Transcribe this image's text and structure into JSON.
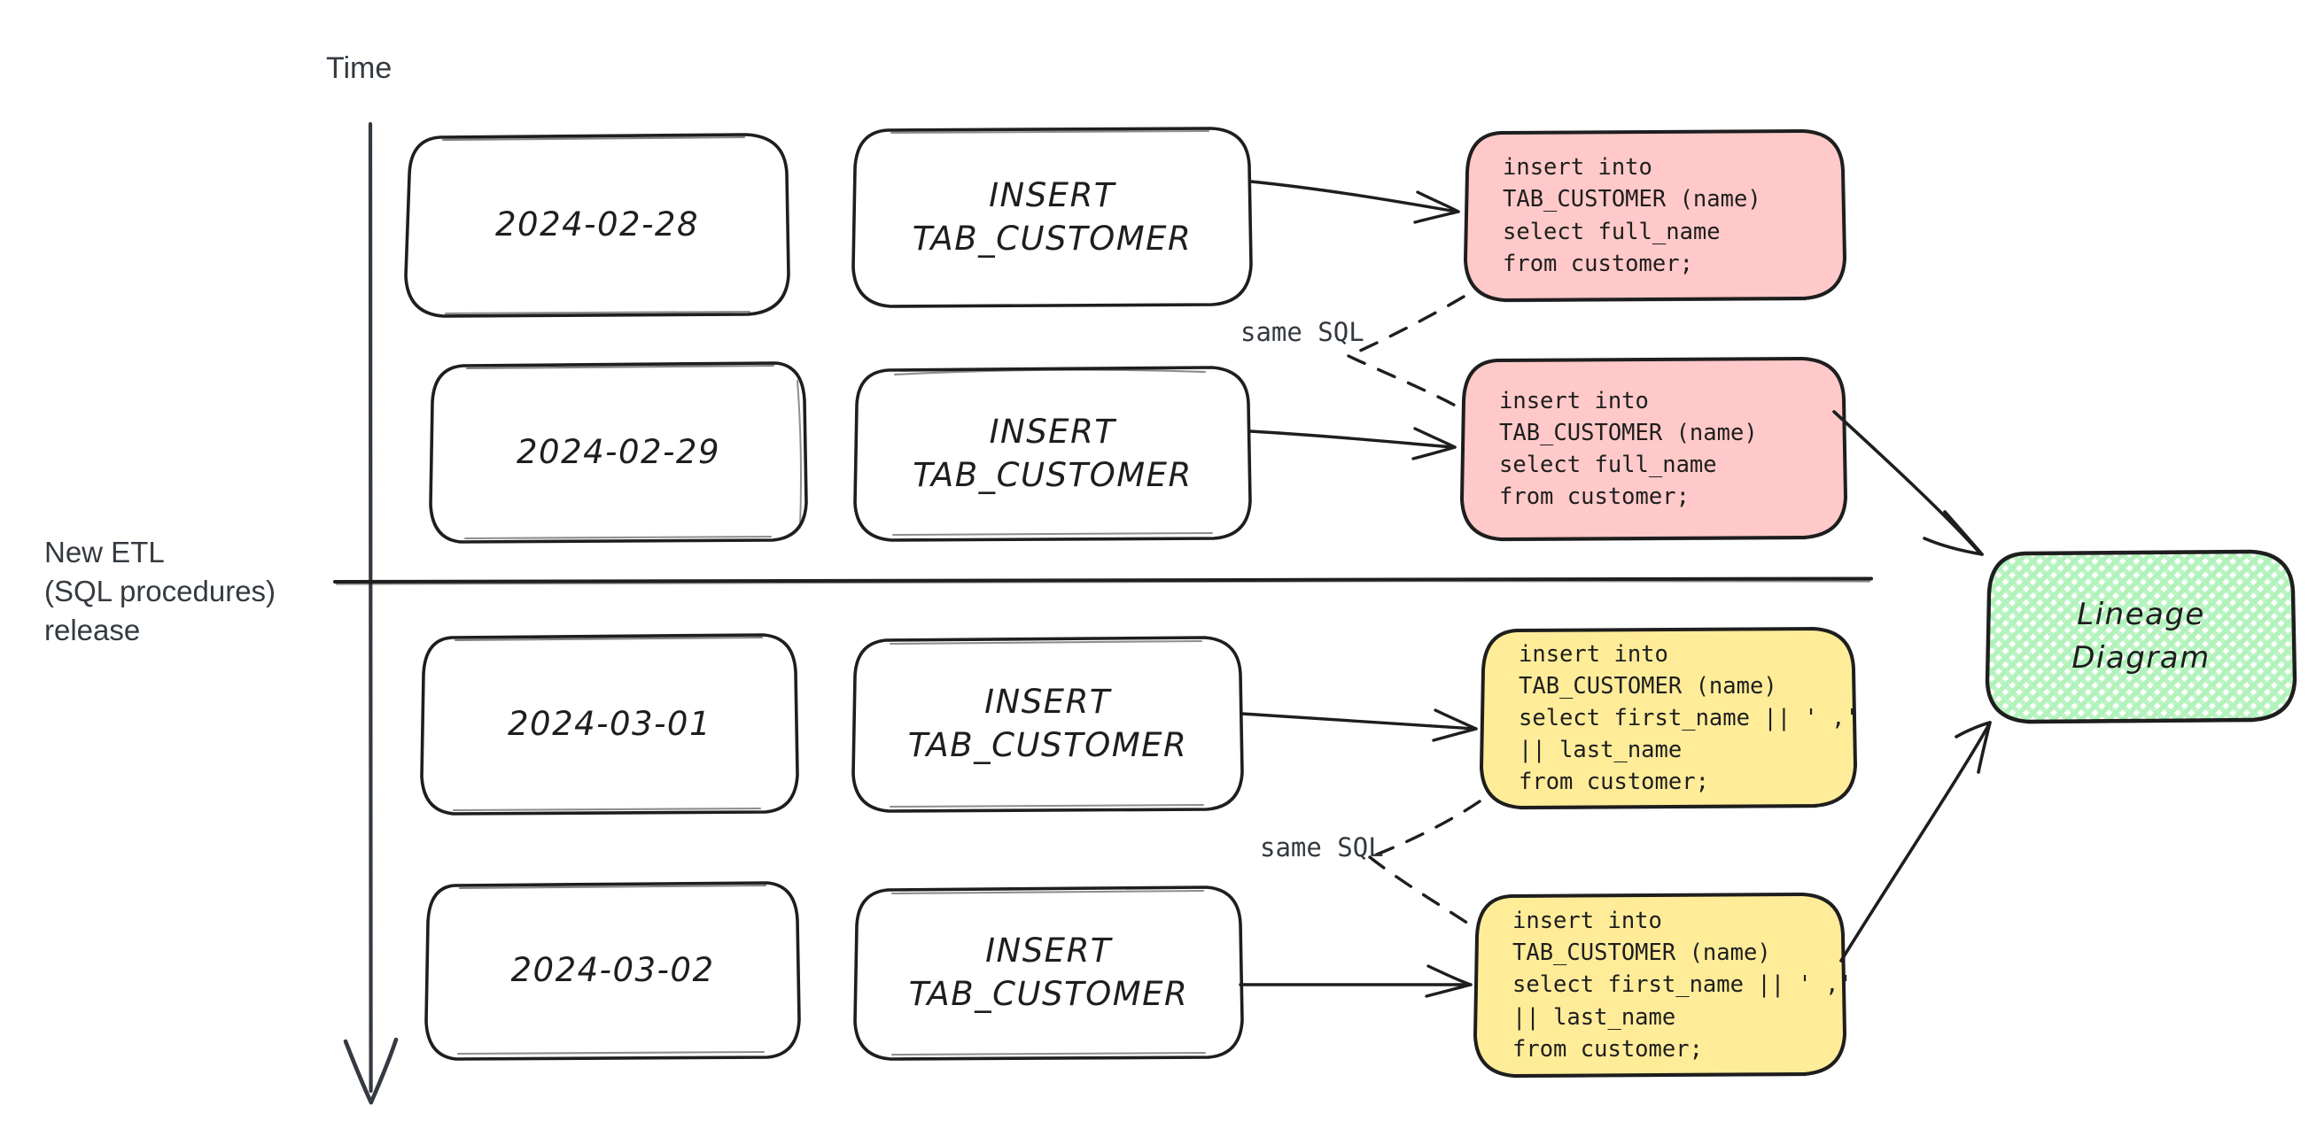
{
  "diagram": {
    "title_axis": "Time",
    "release_marker": "New ETL\n(SQL procedures)\nrelease",
    "colors": {
      "stroke": "#1e1e1e",
      "pink_fill": "#ffc9c9",
      "yellow_fill": "#ffec99",
      "green_fill": "#b2f2bb",
      "text": "#1e1e1e",
      "label_text": "#343a40",
      "axis": "#343a40"
    },
    "rows": [
      {
        "date": "2024-02-28",
        "operation": "INSERT\nTAB_CUSTOMER",
        "sql": "insert into\nTAB_CUSTOMER (name)\nselect full_name\nfrom customer;",
        "sql_color": "pink"
      },
      {
        "date": "2024-02-29",
        "operation": "INSERT\nTAB_CUSTOMER",
        "sql": "insert into\nTAB_CUSTOMER (name)\nselect full_name\nfrom customer;",
        "sql_color": "pink"
      },
      {
        "date": "2024-03-01",
        "operation": "INSERT\nTAB_CUSTOMER",
        "sql": "insert into\nTAB_CUSTOMER (name)\nselect first_name || ' ,'\n|| last_name\nfrom customer;",
        "sql_color": "yellow"
      },
      {
        "date": "2024-03-02",
        "operation": "INSERT\nTAB_CUSTOMER",
        "sql": "insert into\nTAB_CUSTOMER (name)\nselect first_name || ' ,'\n|| last_name\nfrom customer;",
        "sql_color": "yellow"
      }
    ],
    "edge_labels": {
      "same_sql_top": "same SQL",
      "same_sql_bottom": "same SQL"
    },
    "target": {
      "label": "Lineage\nDiagram"
    }
  }
}
